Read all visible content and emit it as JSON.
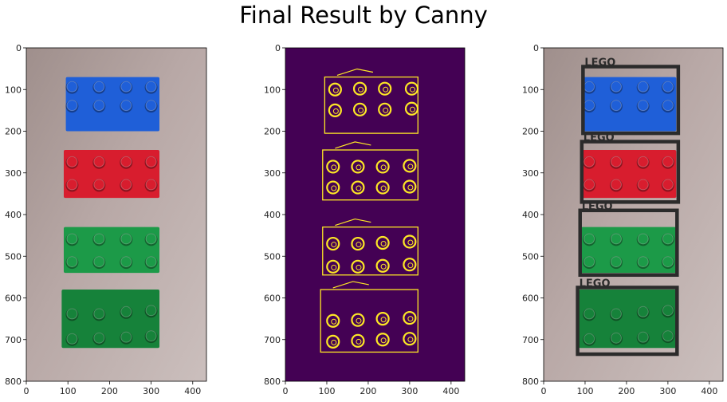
{
  "figure": {
    "suptitle": "Final Result by Canny"
  },
  "colors": {
    "background_wall": "#b8a8a6",
    "lego_blue": "#1f5fd8",
    "lego_red": "#d81d2e",
    "lego_green": "#1c9a48",
    "lego_green_dark": "#16823a",
    "edge_background": "#440154",
    "edge_line": "#fde725",
    "box_stroke": "#2b2b2b"
  },
  "chart_data": [
    {
      "type": "image",
      "panel": "original",
      "x_ticks": [
        0,
        100,
        200,
        300,
        400
      ],
      "y_ticks": [
        0,
        100,
        200,
        300,
        400,
        500,
        600,
        700,
        800
      ],
      "xlim": [
        0,
        433
      ],
      "ylim": [
        800,
        0
      ],
      "bricks": [
        {
          "color": "blue",
          "x": [
            95,
            320
          ],
          "y": [
            70,
            200
          ],
          "studs": [
            [
              110,
              95
            ],
            [
              175,
              95
            ],
            [
              240,
              95
            ],
            [
              300,
              95
            ],
            [
              110,
              140
            ],
            [
              175,
              140
            ],
            [
              240,
              140
            ],
            [
              300,
              140
            ]
          ]
        },
        {
          "color": "red",
          "x": [
            90,
            320
          ],
          "y": [
            245,
            360
          ],
          "studs": [
            [
              110,
              275
            ],
            [
              175,
              275
            ],
            [
              240,
              275
            ],
            [
              300,
              275
            ],
            [
              110,
              330
            ],
            [
              175,
              330
            ],
            [
              240,
              330
            ],
            [
              300,
              330
            ]
          ]
        },
        {
          "color": "green",
          "x": [
            90,
            320
          ],
          "y": [
            430,
            540
          ],
          "studs": [
            [
              110,
              460
            ],
            [
              175,
              460
            ],
            [
              240,
              460
            ],
            [
              300,
              460
            ],
            [
              110,
              515
            ],
            [
              175,
              515
            ],
            [
              240,
              515
            ],
            [
              300,
              515
            ]
          ]
        },
        {
          "color": "green_dark",
          "x": [
            85,
            320
          ],
          "y": [
            580,
            720
          ],
          "studs": [
            [
              110,
              640
            ],
            [
              175,
              640
            ],
            [
              240,
              635
            ],
            [
              300,
              632
            ],
            [
              110,
              700
            ],
            [
              175,
              698
            ],
            [
              240,
              696
            ],
            [
              300,
              693
            ]
          ]
        }
      ]
    },
    {
      "type": "image",
      "panel": "canny_edges",
      "x_ticks": [
        0,
        100,
        200,
        300,
        400
      ],
      "y_ticks": [
        0,
        100,
        200,
        300,
        400,
        500,
        600,
        700,
        800
      ],
      "xlim": [
        0,
        433
      ],
      "ylim": [
        800,
        0
      ],
      "rings": [
        [
          120,
          100
        ],
        [
          180,
          98
        ],
        [
          240,
          98
        ],
        [
          305,
          98
        ],
        [
          120,
          150
        ],
        [
          180,
          148
        ],
        [
          240,
          148
        ],
        [
          305,
          146
        ],
        [
          115,
          285
        ],
        [
          175,
          285
        ],
        [
          235,
          285
        ],
        [
          300,
          283
        ],
        [
          115,
          335
        ],
        [
          175,
          335
        ],
        [
          235,
          335
        ],
        [
          300,
          333
        ],
        [
          115,
          470
        ],
        [
          175,
          470
        ],
        [
          235,
          468
        ],
        [
          300,
          465
        ],
        [
          115,
          525
        ],
        [
          175,
          525
        ],
        [
          235,
          523
        ],
        [
          300,
          520
        ],
        [
          115,
          655
        ],
        [
          175,
          653
        ],
        [
          235,
          650
        ],
        [
          300,
          648
        ],
        [
          115,
          705
        ],
        [
          175,
          703
        ],
        [
          235,
          700
        ],
        [
          300,
          698
        ]
      ],
      "outlines": [
        {
          "x": [
            95,
            320
          ],
          "y": [
            70,
            205
          ]
        },
        {
          "x": [
            90,
            320
          ],
          "y": [
            245,
            365
          ]
        },
        {
          "x": [
            90,
            320
          ],
          "y": [
            430,
            545
          ]
        },
        {
          "x": [
            85,
            320
          ],
          "y": [
            580,
            730
          ]
        }
      ]
    },
    {
      "type": "image",
      "panel": "detections",
      "x_ticks": [
        0,
        100,
        200,
        300,
        400
      ],
      "y_ticks": [
        0,
        100,
        200,
        300,
        400,
        500,
        600,
        700,
        800
      ],
      "xlim": [
        0,
        433
      ],
      "ylim": [
        800,
        0
      ],
      "detections": [
        {
          "label": "LEGO",
          "x": [
            95,
            325
          ],
          "y": [
            45,
            205
          ]
        },
        {
          "label": "LEGO",
          "x": [
            92,
            325
          ],
          "y": [
            225,
            370
          ]
        },
        {
          "label": "LEGO",
          "x": [
            88,
            322
          ],
          "y": [
            390,
            545
          ]
        },
        {
          "label": "LEGO",
          "x": [
            82,
            322
          ],
          "y": [
            575,
            735
          ]
        }
      ]
    }
  ]
}
